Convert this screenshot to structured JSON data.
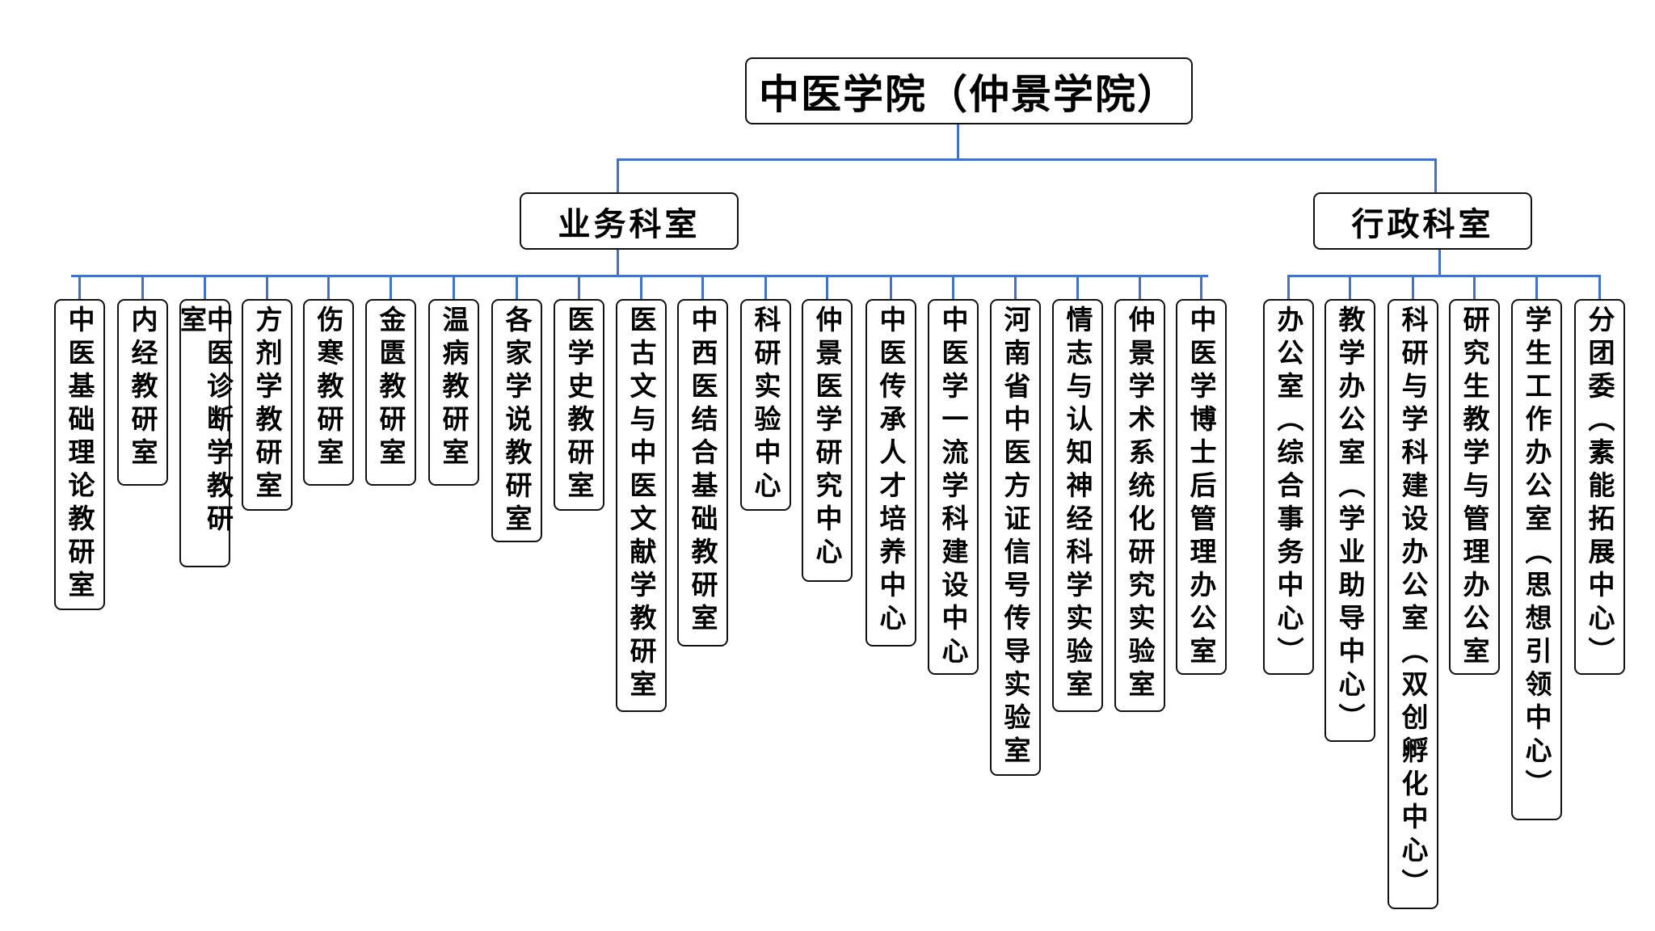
{
  "root": {
    "label": "中医学院（仲景学院）"
  },
  "branches": [
    {
      "label": "业务科室",
      "units": [
        "中医基础理论教研室",
        "内经教研室",
        "中医诊断学教研室",
        "方剂学教研室",
        "伤寒教研室",
        "金匮教研室",
        "温病教研室",
        "各家学说教研室",
        "医学史教研室",
        "医古文与中医文献学教研室",
        "中西医结合基础教研室",
        "科研实验中心",
        "仲景医学研究中心",
        "中医传承人才培养中心",
        "中医学一流学科建设中心",
        "河南省中医方证信号传导实验室",
        "情志与认知神经科学实验室",
        "仲景学术系统化研究实验室",
        "中医学博士后管理办公室"
      ]
    },
    {
      "label": "行政科室",
      "units": [
        "办公室（综合事务中心）",
        "教学办公室（学业助导中心）",
        "科研与学科建设办公室（双创孵化中心）",
        "研究生教学与管理办公室",
        "学生工作办公室（思想引领中心）",
        "分团委（素能拓展中心）"
      ]
    }
  ],
  "colors": {
    "connector": "#4472c4",
    "border": "#111111"
  }
}
